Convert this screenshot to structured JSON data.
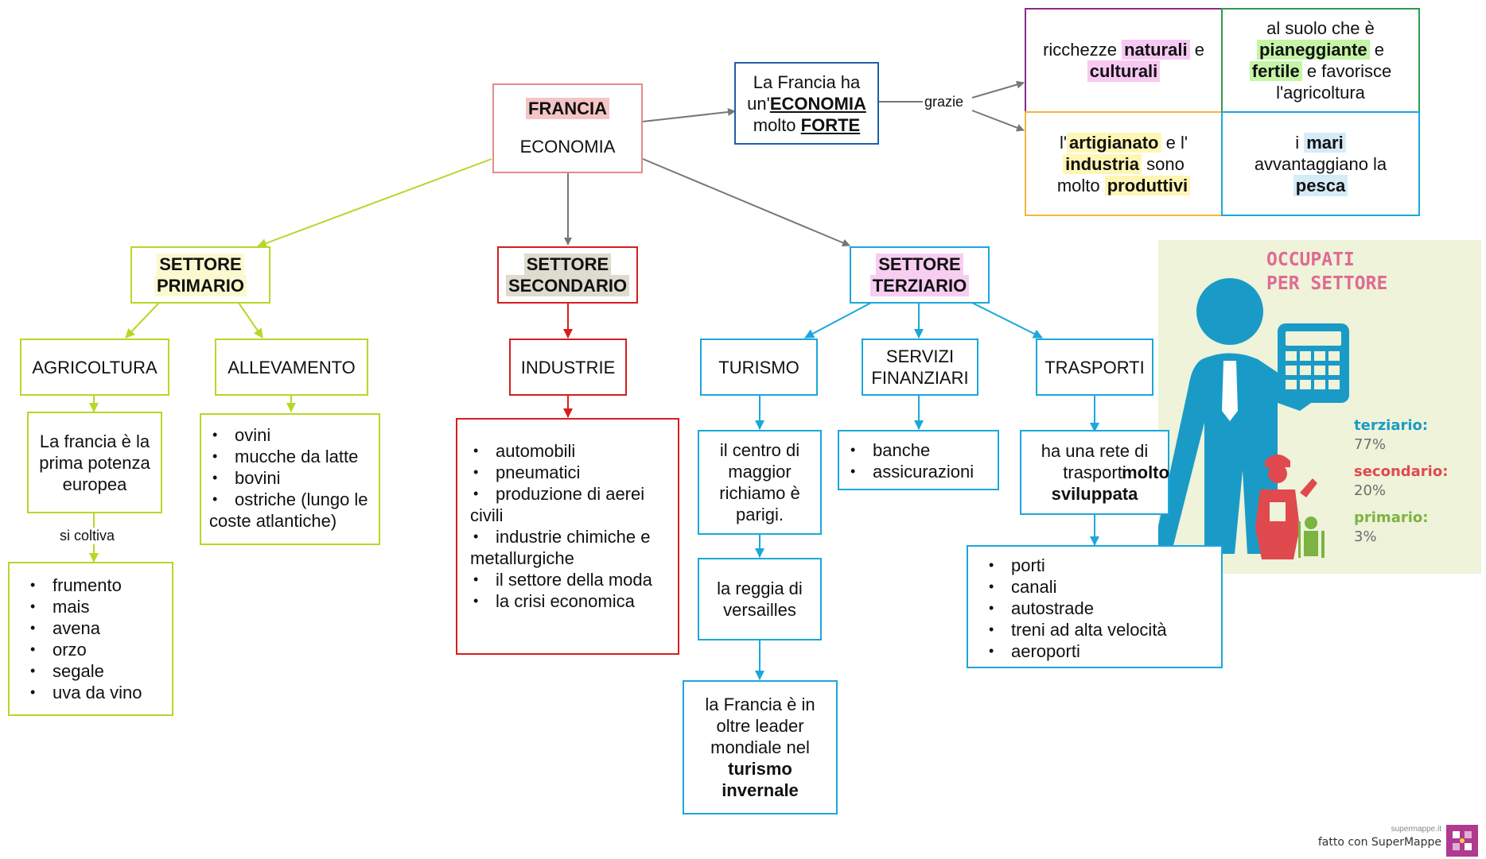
{
  "root": {
    "title": "FRANCIA",
    "subtitle": "ECONOMIA"
  },
  "strong_economy": {
    "line1": "La Francia ha",
    "line2_pre": "un'",
    "line2_bold": "ECONOMIA",
    "line3_pre": "molto ",
    "line3_bold": "FORTE"
  },
  "link_grazie": "grazie",
  "grid": {
    "natural": {
      "pre": "ricchezze ",
      "b1": "naturali",
      "mid": " e",
      "b2": "culturali"
    },
    "soil": {
      "l1": "al suolo che è",
      "b1": "pianeggiante",
      "mid": " e",
      "b2": "fertile",
      "l3": " e favorisce",
      "l4": "l'agricoltura"
    },
    "craft": {
      "pre": "l'",
      "b1": "artigianato",
      "mid": " e l'",
      "b2": "industria",
      "mid2": " sono",
      "l3": "molto ",
      "b3": "produttivi"
    },
    "sea": {
      "pre": "i ",
      "b1": "mari",
      "l2": "avvantaggiano la",
      "b2": "pesca"
    }
  },
  "primary": {
    "title_l1": "SETTORE",
    "title_l2": "PRIMARIO",
    "agricoltura": "AGRICOLTURA",
    "allevamento": "ALLEVAMENTO",
    "europe_text": "La francia è la prima potenza europea",
    "link_coltiva": "si coltiva",
    "crops": [
      "frumento",
      "mais",
      "avena",
      "orzo",
      "segale",
      "uva da vino"
    ],
    "livestock": [
      "ovini",
      "mucche da latte",
      "bovini",
      "ostriche (lungo le coste atlantiche)"
    ]
  },
  "secondary": {
    "title_l1": "SETTORE",
    "title_l2": "SECONDARIO",
    "industrie": "INDUSTRIE",
    "items": [
      "automobili",
      "pneumatici",
      "produzione di aerei civili",
      "industrie chimiche e metallurgiche",
      "il settore della moda",
      "la crisi economica"
    ]
  },
  "tertiary": {
    "title_l1": "SETTORE",
    "title_l2": "TERZIARIO",
    "turismo": "TURISMO",
    "servizi_l1": "SERVIZI",
    "servizi_l2": "FINANZIARI",
    "trasporti": "TRASPORTI",
    "tourism_1": "il centro di maggior richiamo è parigi.",
    "tourism_2": "la reggia di versailles",
    "tourism_3_pre": "la Francia è in oltre leader mondiale nel",
    "tourism_3_b1": "turismo",
    "tourism_3_b2": "invernale",
    "finance": [
      "banche",
      "assicurazioni"
    ],
    "transport_pre": "ha una rete di trasporti",
    "transport_b1": "molto",
    "transport_b2": "sviluppata",
    "transport_items": [
      "porti",
      "canali",
      "autostrade",
      "treni ad alta velocità",
      "aeroporti"
    ]
  },
  "infographic": {
    "title_l1": "OCCUPATI",
    "title_l2": "PER SETTORE",
    "rows": [
      {
        "label": "terziario:",
        "value": "77%",
        "color": "#1a9bc7"
      },
      {
        "label": "secondario:",
        "value": "20%",
        "color": "#e0494e"
      },
      {
        "label": "primario:",
        "value": "3%",
        "color": "#7cb342"
      }
    ]
  },
  "footer": {
    "small": "supermappe.it",
    "main": "fatto con SuperMappe"
  },
  "colors": {
    "green": "#b5d827",
    "red": "#d61e1e",
    "blue": "#1ba7dc",
    "salmon": "#e38b8b",
    "navy": "#1f5fa9"
  }
}
